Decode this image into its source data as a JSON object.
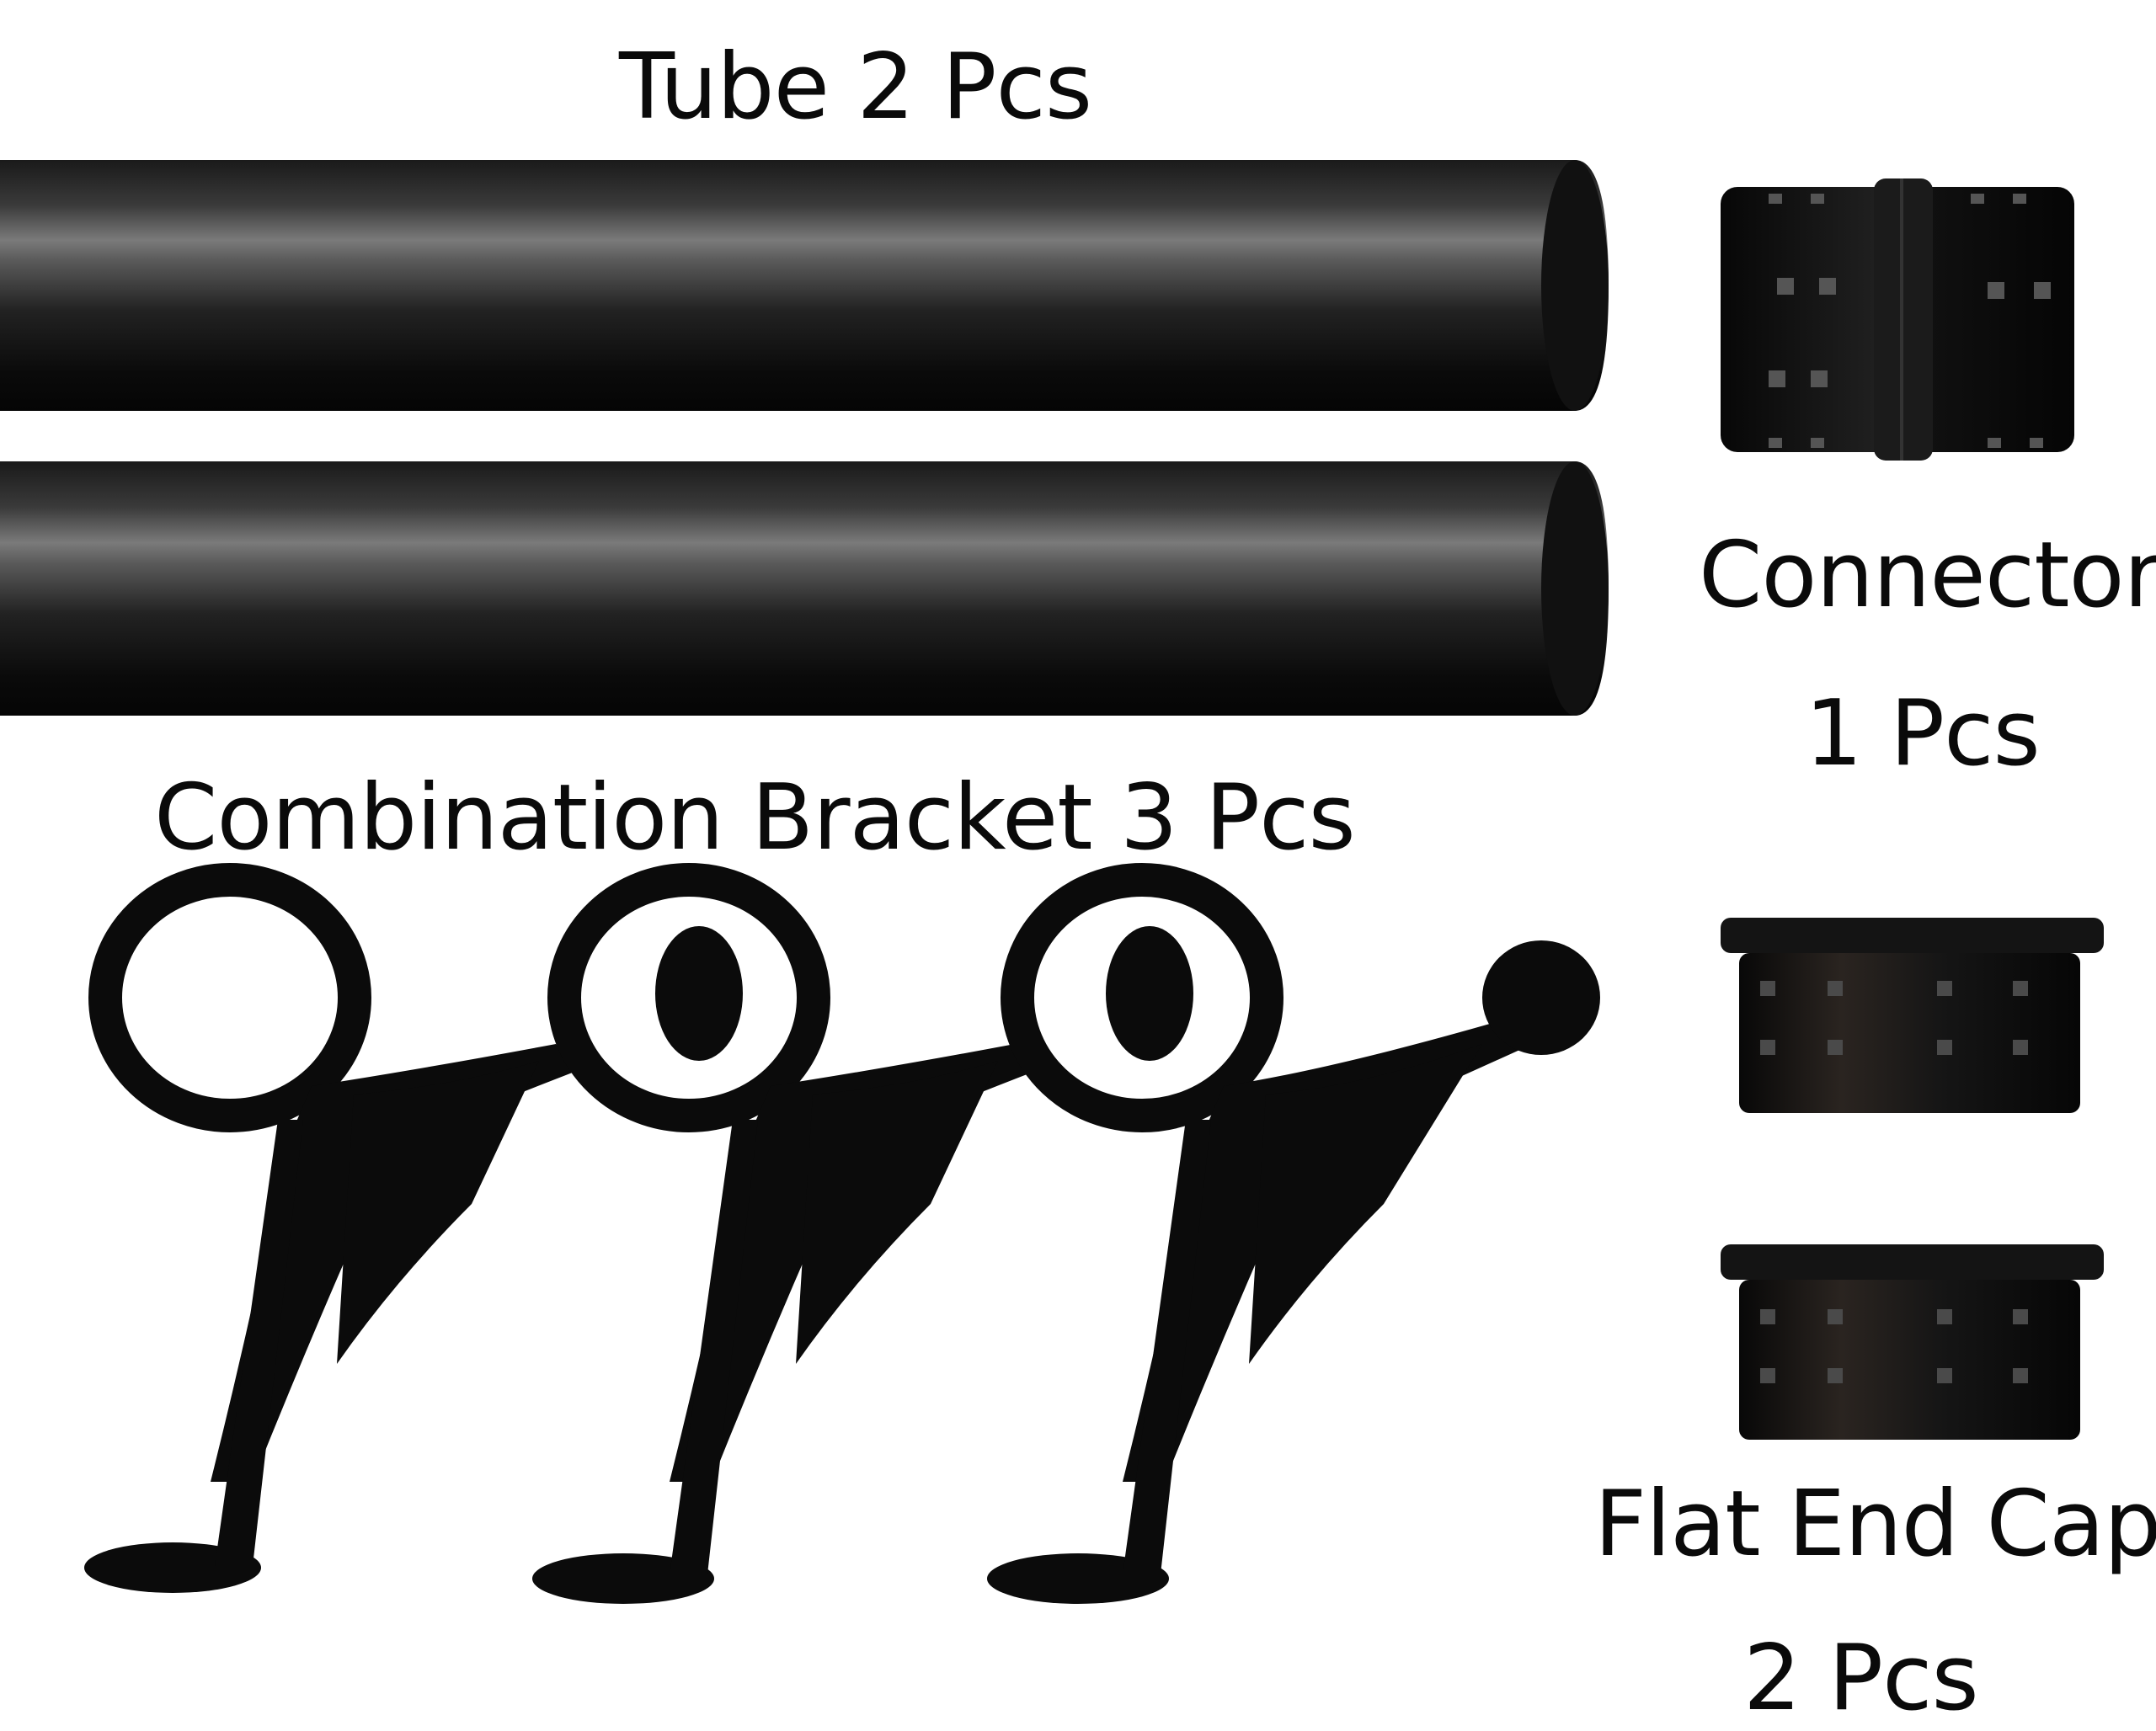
{
  "labels": {
    "tube": "Tube 2 Pcs",
    "bracket": "Combination Bracket  3 Pcs",
    "connector_name": "Connector",
    "connector_qty": "1 Pcs",
    "caps_name": "Flat End Caps",
    "caps_qty": "2 Pcs"
  },
  "colors": {
    "background": "#ffffff",
    "metal": "#0b0b0b",
    "text": "#0a0a0a"
  }
}
